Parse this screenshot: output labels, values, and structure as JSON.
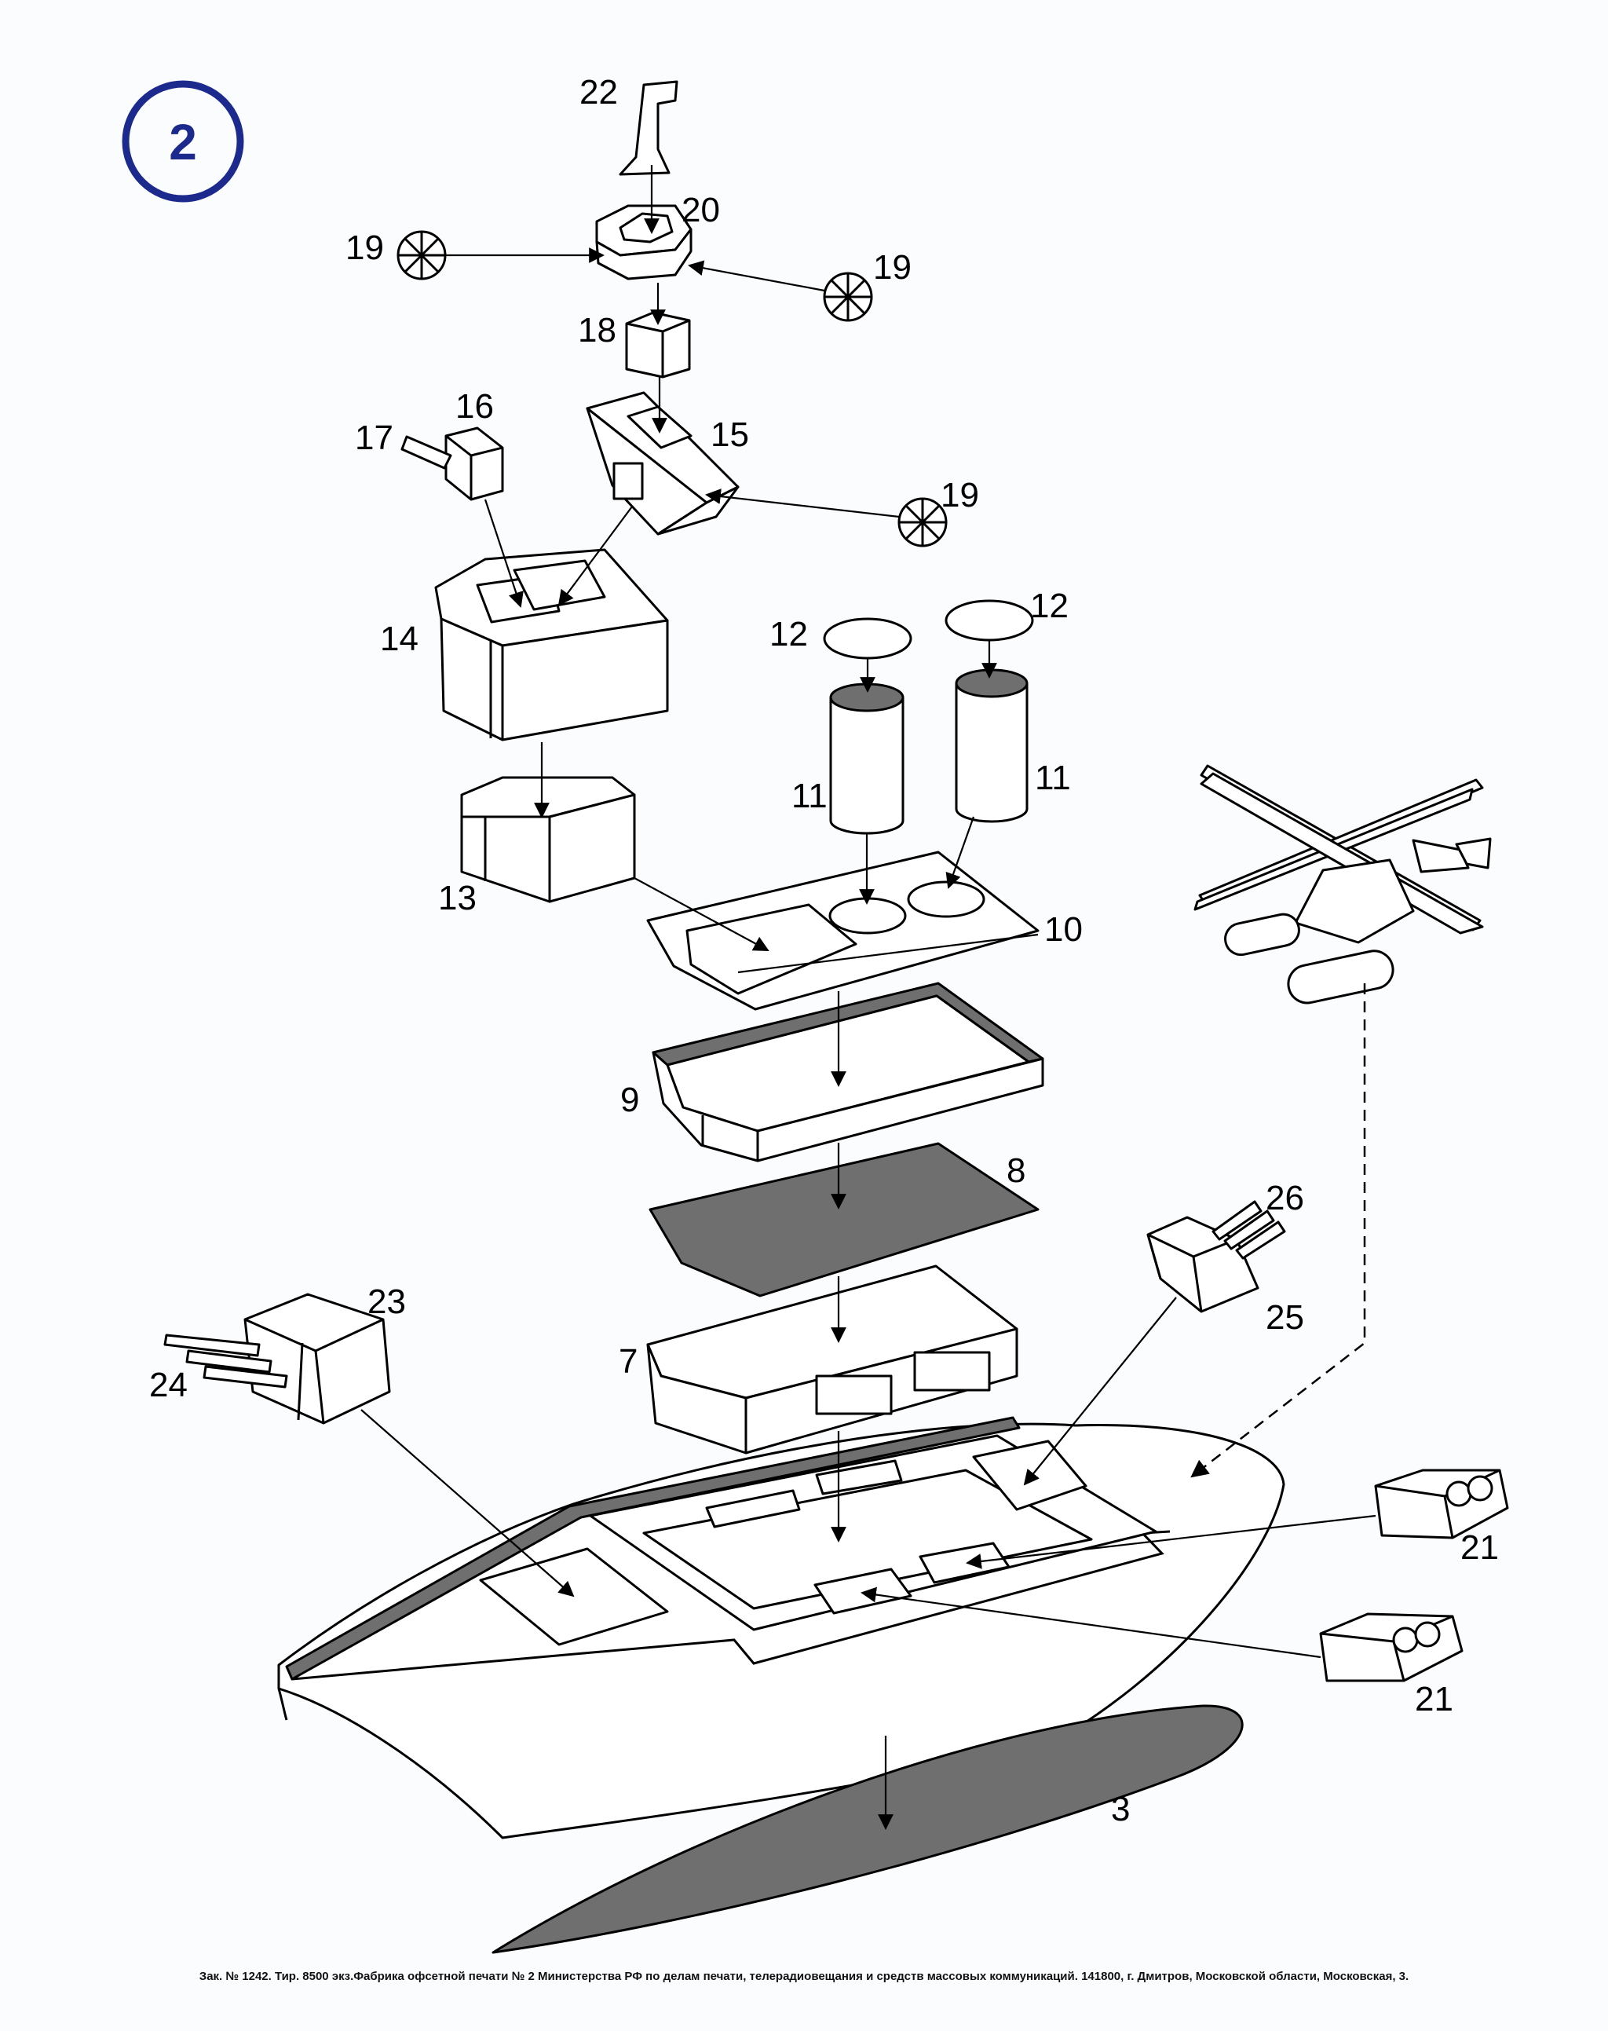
{
  "step_number": "2",
  "part_labels": {
    "p3": "3",
    "p7": "7",
    "p8": "8",
    "p9": "9",
    "p10": "10",
    "p11a": "11",
    "p11b": "11",
    "p12a": "12",
    "p12b": "12",
    "p13": "13",
    "p14": "14",
    "p15": "15",
    "p16": "16",
    "p17": "17",
    "p18": "18",
    "p19a": "19",
    "p19b": "19",
    "p19c": "19",
    "p20": "20",
    "p21a": "21",
    "p21b": "21",
    "p22": "22",
    "p23": "23",
    "p24": "24",
    "p25": "25",
    "p26": "26"
  },
  "footer": "Зак. № 1242. Тир. 8500 экз.Фабрика офсетной печати № 2 Министерства РФ по делам печати, телерадиовещания и средств массовых коммуникаций. 141800, г. Дмитров, Московской области, Московская, 3.",
  "colors": {
    "badge": "#1c2a8e",
    "dark_part": "#6f6f6f",
    "line": "#000000"
  }
}
